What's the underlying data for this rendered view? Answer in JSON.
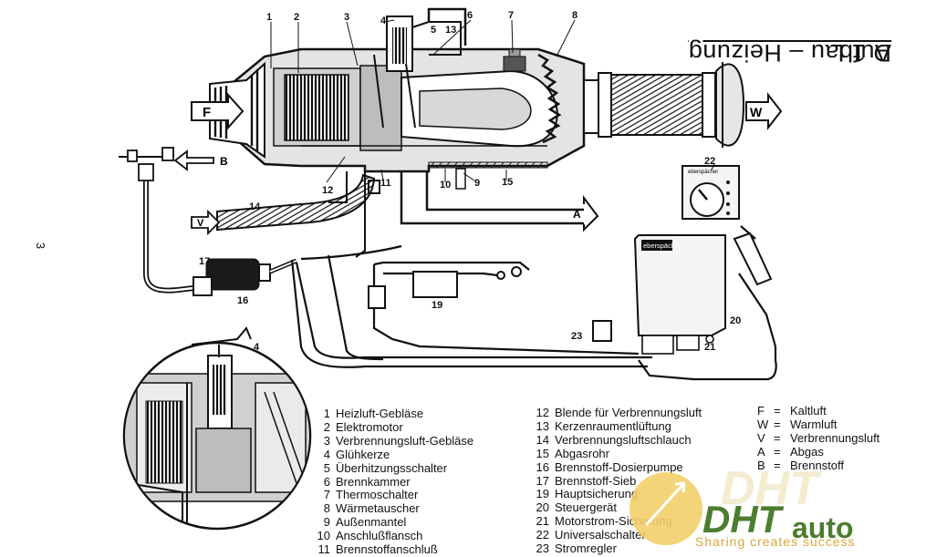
{
  "title": {
    "part1": "Aufbau – Heizung",
    "part2": "D 1 L"
  },
  "page_number": "3",
  "callouts": {
    "n1": "1",
    "n2": "2",
    "n3": "3",
    "n4": "4",
    "n5": "5",
    "n6": "6",
    "n7": "7",
    "n8": "8",
    "n9": "9",
    "n10": "10",
    "n11": "11",
    "n12": "12",
    "n13": "13",
    "n14": "14",
    "n15": "15",
    "n16": "16",
    "n17": "17",
    "n19": "19",
    "n20": "20",
    "n21": "21",
    "n22": "22",
    "n23": "23",
    "detail4": "4"
  },
  "arrows": {
    "F": "F",
    "W": "W",
    "B": "B",
    "V": "V",
    "A": "A"
  },
  "brand_plate": "eberspächer",
  "brand_switch": "eberspächer",
  "legend_left": [
    {
      "num": "1",
      "label": "Heizluft-Gebläse"
    },
    {
      "num": "2",
      "label": "Elektromotor"
    },
    {
      "num": "3",
      "label": "Verbrennungsluft-Gebläse"
    },
    {
      "num": "4",
      "label": "Glühkerze"
    },
    {
      "num": "5",
      "label": "Überhitzungsschalter"
    },
    {
      "num": "6",
      "label": "Brennkammer"
    },
    {
      "num": "7",
      "label": "Thermoschalter"
    },
    {
      "num": "8",
      "label": "Wärmetauscher"
    },
    {
      "num": "9",
      "label": "Außenmantel"
    },
    {
      "num": "10",
      "label": "Anschlußflansch"
    },
    {
      "num": "11",
      "label": "Brennstoffanschluß"
    }
  ],
  "legend_mid": [
    {
      "num": "12",
      "label": "Blende für Verbrennungsluft"
    },
    {
      "num": "13",
      "label": "Kerzenraumentlüftung"
    },
    {
      "num": "14",
      "label": "Verbrennungsluftschlauch"
    },
    {
      "num": "15",
      "label": "Abgasrohr"
    },
    {
      "num": "16",
      "label": "Brennstoff-Dosierpumpe"
    },
    {
      "num": "17",
      "label": "Brennstoff-Sieb"
    },
    {
      "num": "19",
      "label": "Hauptsicherung"
    },
    {
      "num": "20",
      "label": "Steuergerät"
    },
    {
      "num": "21",
      "label": "Motorstrom-Sicherung"
    },
    {
      "num": "22",
      "label": "Universalschalter"
    },
    {
      "num": "23",
      "label": "Stromregler"
    }
  ],
  "legend_right": [
    {
      "key": "F",
      "eq": "=",
      "label": "Kaltluft"
    },
    {
      "key": "W",
      "eq": "=",
      "label": "Warmluft"
    },
    {
      "key": "V",
      "eq": "=",
      "label": "Verbrennungsluft"
    },
    {
      "key": "A",
      "eq": "=",
      "label": "Abgas"
    },
    {
      "key": "B",
      "eq": "=",
      "label": "Brennstoff"
    }
  ],
  "watermark": {
    "logo_main": "DHT",
    "logo_auto": "auto",
    "slogan": "Sharing creates success"
  }
}
